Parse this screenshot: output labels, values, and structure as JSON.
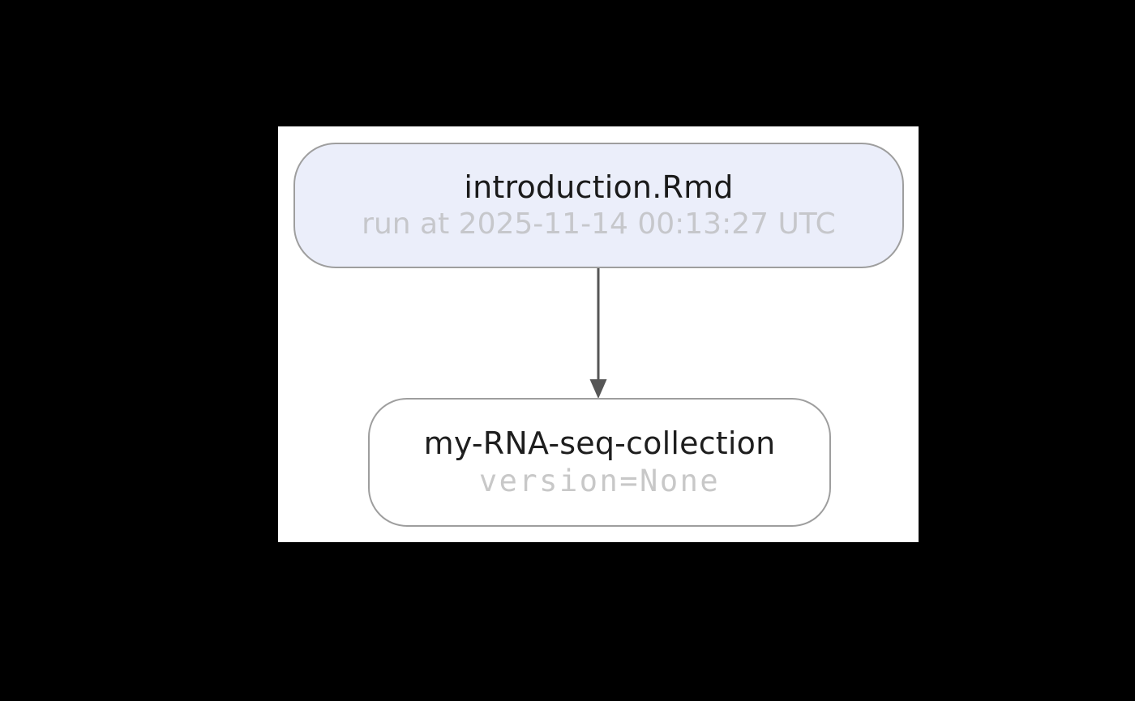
{
  "page": {
    "background": "#000000",
    "canvas_background": "#ffffff"
  },
  "diagram": {
    "type": "lineage-graph",
    "nodes": [
      {
        "id": "transform",
        "title": "introduction.Rmd",
        "subtitle": "run at 2025-11-14 00:13:27 UTC",
        "fill": "#ebeefa",
        "border_color": "#9e9e9e",
        "title_color": "#1a1a1a",
        "subtitle_color": "#c6c7cb"
      },
      {
        "id": "collection",
        "title": "my-RNA-seq-collection",
        "subtitle": "version=None",
        "fill": "#ffffff",
        "border_color": "#9e9e9e",
        "title_color": "#1e1e1e",
        "subtitle_color": "#c8c8c8"
      }
    ],
    "edges": [
      {
        "from": "transform",
        "to": "collection",
        "color": "#565656"
      }
    ]
  }
}
